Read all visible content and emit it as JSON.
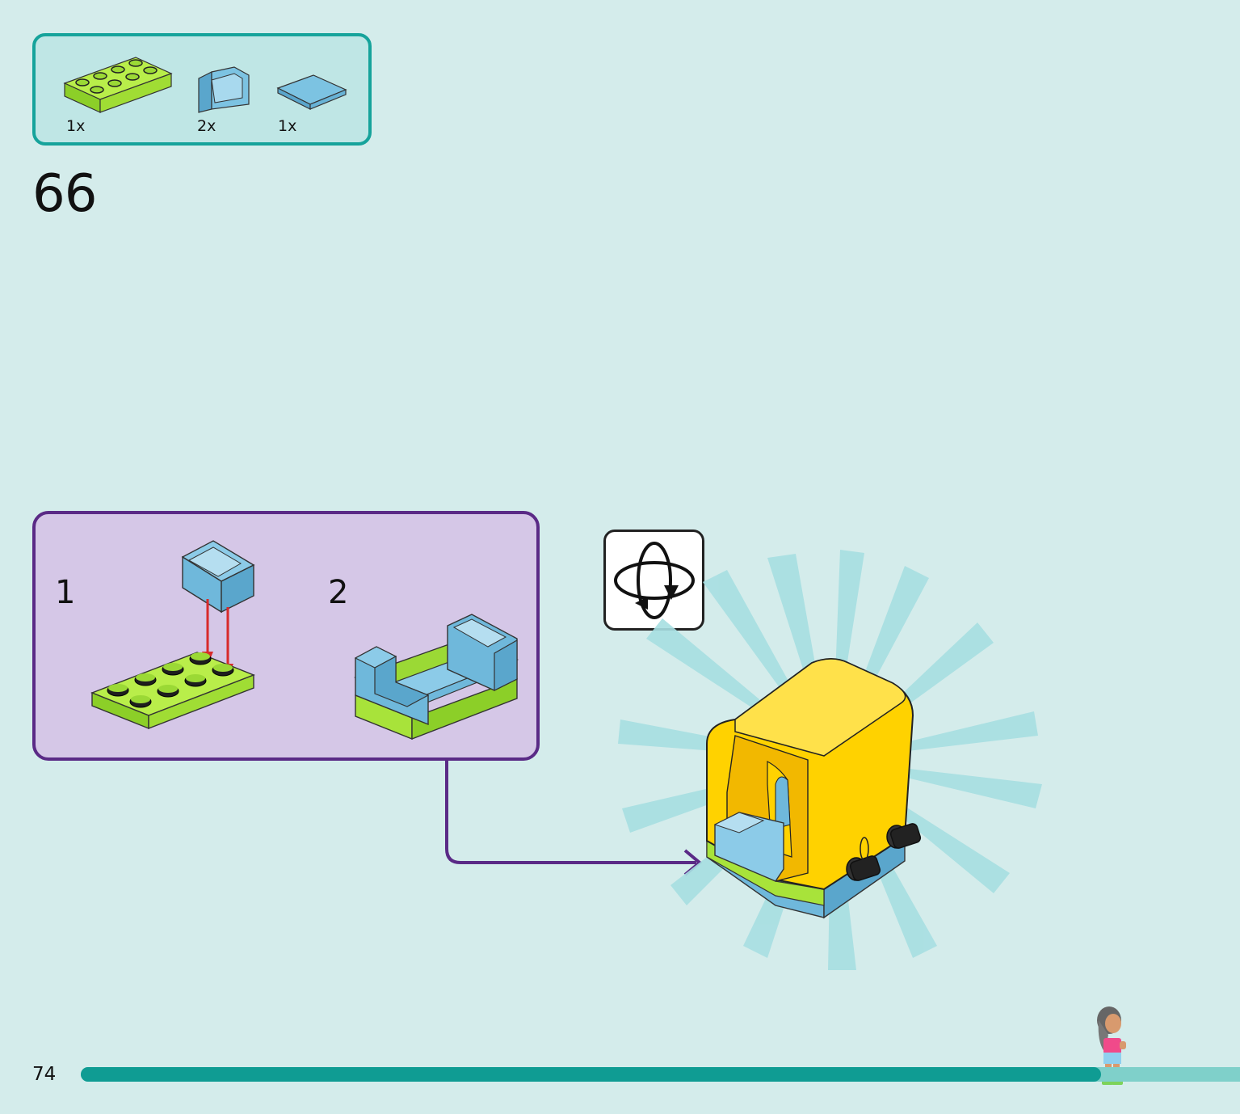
{
  "parts_list": {
    "items": [
      {
        "name": "lime-plate-2x4",
        "qty": "1x",
        "color": "#a8e33a"
      },
      {
        "name": "azure-wall-element",
        "qty": "2x",
        "color": "#6fb8db"
      },
      {
        "name": "azure-tile-2x2",
        "qty": "1x",
        "color": "#6fb8db"
      }
    ]
  },
  "step": {
    "number": "66"
  },
  "substeps": [
    {
      "number": "1"
    },
    {
      "number": "2"
    }
  ],
  "rotate_icon": "rotate-model-icon",
  "footer": {
    "page_number": "74",
    "progress": 0.88
  },
  "colors": {
    "background": "#d4eceb",
    "parts_border": "#16a39b",
    "substep_border": "#5a2a86",
    "substep_bg": "#d5c7e7",
    "lime": "#a8e33a",
    "azure": "#6fb8db",
    "yellow": "#ffd200",
    "arrow_red": "#d82a2a",
    "progress_dark": "#0f9c93",
    "progress_light": "#7fd0ca"
  }
}
